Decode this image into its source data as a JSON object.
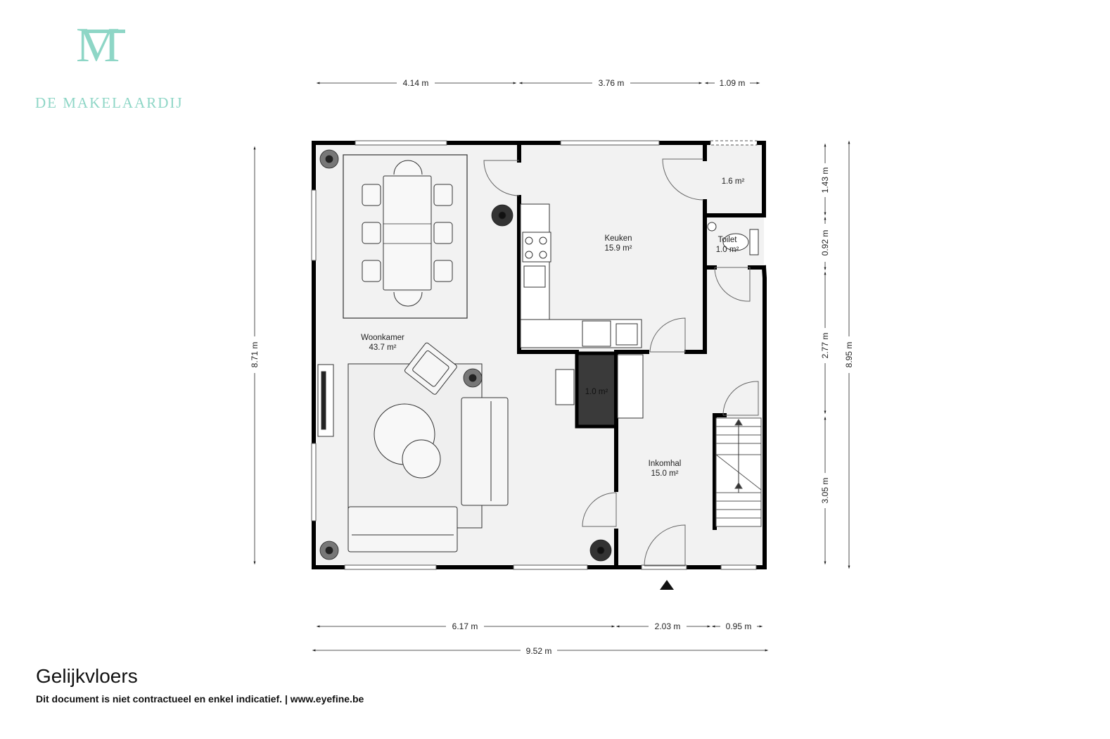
{
  "logo": {
    "monogram": "M",
    "wordmark": "DE MAKELAARDIJ",
    "color": "#8ed6c6"
  },
  "dimensions": {
    "top": [
      "4.14 m",
      "3.76 m",
      "1.09 m"
    ],
    "bottom_segments": [
      "6.17 m",
      "2.03 m",
      "0.95 m"
    ],
    "bottom_total": "9.52 m",
    "left": "8.71 m",
    "right_segments": [
      "1.43 m",
      "0.92 m",
      "2.77 m",
      "3.05 m"
    ],
    "right_total": "8.95 m"
  },
  "rooms": {
    "woonkamer": {
      "name": "Woonkamer",
      "area": "43.7 m²"
    },
    "keuken": {
      "name": "Keuken",
      "area": "15.9 m²"
    },
    "berging": {
      "name": "",
      "area": "1.6 m²"
    },
    "toilet": {
      "name": "Toilet",
      "area": "1.0 m²"
    },
    "kast": {
      "name": "",
      "area": "1.0 m²"
    },
    "inkomhal": {
      "name": "Inkomhal",
      "area": "15.0 m²"
    }
  },
  "footer": {
    "title": "Gelijkvloers",
    "disclaimer": "Dit document is niet contractueel en enkel indicatief. | www.eyefine.be"
  },
  "colors": {
    "wall": "#000000",
    "floor": "#f2f2f2",
    "dark_room": "#3a3a3a",
    "brand": "#8ed6c6"
  }
}
